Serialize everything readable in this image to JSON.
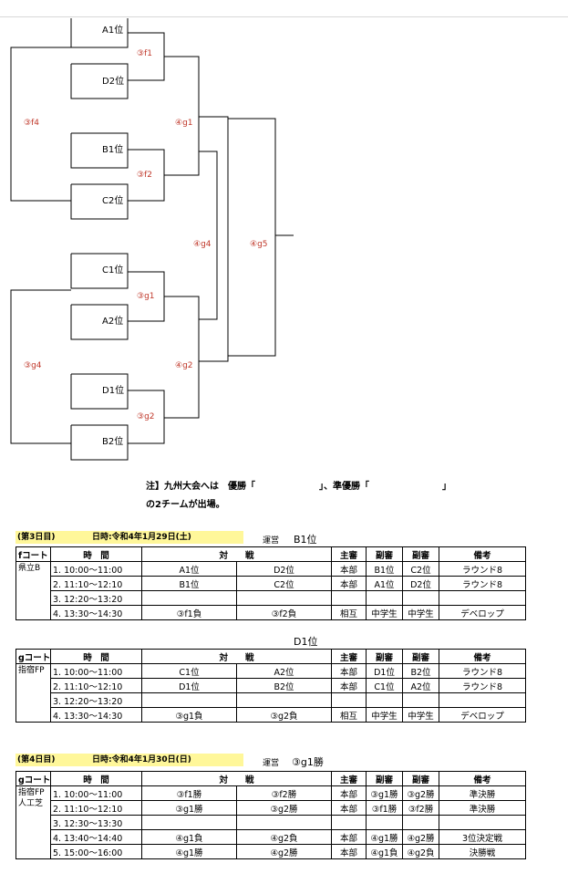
{
  "bracket": {
    "slots": [
      "A1位",
      "D2位",
      "B1位",
      "C2位",
      "C1位",
      "A2位",
      "D1位",
      "B2位"
    ],
    "match_labels": {
      "f1": "③f1",
      "f2": "③f2",
      "f4": "③f4",
      "g1_r4": "④g1",
      "g4": "④g4",
      "g5": "④g5",
      "g1_r3": "③g1",
      "g2_r4": "④g2",
      "g4_r3": "③g4",
      "g2_r3": "③g2"
    }
  },
  "note": {
    "line1": "注】九州大会へは　優勝「　　　　　　　」、準優勝「　　　　　　　　」",
    "line2": "の2チームが出場。"
  },
  "day3": {
    "label": "(第3日目)",
    "date": "日時:令和4年1月29日(土)",
    "unei_label": "運営",
    "unei_f": "B1位",
    "unei_g": "D1位"
  },
  "day4": {
    "label": "(第4日目)",
    "date": "日時:令和4年1月30日(日)",
    "unei_label": "運営",
    "unei": "③g1勝"
  },
  "headers": {
    "time": "時　間",
    "match": "対　　戦",
    "referee": "主審",
    "assistant1": "副審",
    "assistant2": "副審",
    "remarks": "備考"
  },
  "f_court": {
    "court": "fコート",
    "venue": "県立B",
    "rows": [
      [
        "1. 10:00〜11:00",
        "A1位",
        "D2位",
        "本部",
        "B1位",
        "C2位",
        "ラウンド8"
      ],
      [
        "2. 11:10〜12:10",
        "B1位",
        "C2位",
        "本部",
        "A1位",
        "D2位",
        "ラウンド8"
      ],
      [
        "3. 12:20〜13:20",
        "",
        "",
        "",
        "",
        "",
        ""
      ],
      [
        "4. 13:30〜14:30",
        "③f1負",
        "③f2負",
        "相互",
        "中学生",
        "中学生",
        "デベロップ"
      ]
    ]
  },
  "g_court": {
    "court": "gコート",
    "venue": "指宿FP",
    "rows": [
      [
        "1. 10:00〜11:00",
        "C1位",
        "A2位",
        "本部",
        "D1位",
        "B2位",
        "ラウンド8"
      ],
      [
        "2. 11:10〜12:10",
        "D1位",
        "B2位",
        "本部",
        "C1位",
        "A2位",
        "ラウンド8"
      ],
      [
        "3. 12:20〜13:20",
        "",
        "",
        "",
        "",
        "",
        ""
      ],
      [
        "4. 13:30〜14:30",
        "③g1負",
        "③g2負",
        "相互",
        "中学生",
        "中学生",
        "デベロップ"
      ]
    ]
  },
  "g_court_day4": {
    "court": "gコート",
    "venue1": "指宿FP",
    "venue2": "人工芝",
    "rows": [
      [
        "1. 10:00〜11:00",
        "③f1勝",
        "③f2勝",
        "本部",
        "③g1勝",
        "③g2勝",
        "準決勝"
      ],
      [
        "2. 11:10〜12:10",
        "③g1勝",
        "③g2勝",
        "本部",
        "③f1勝",
        "③f2勝",
        "準決勝"
      ],
      [
        "3. 12:30〜13:30",
        "",
        "",
        "",
        "",
        "",
        ""
      ],
      [
        "4. 13:40〜14:40",
        "④g1負",
        "④g2負",
        "本部",
        "④g1勝",
        "④g2勝",
        "3位決定戦"
      ],
      [
        "5. 15:00〜16:00",
        "④g1勝",
        "④g2勝",
        "本部",
        "④g1負",
        "④g2負",
        "決勝戦"
      ]
    ]
  }
}
